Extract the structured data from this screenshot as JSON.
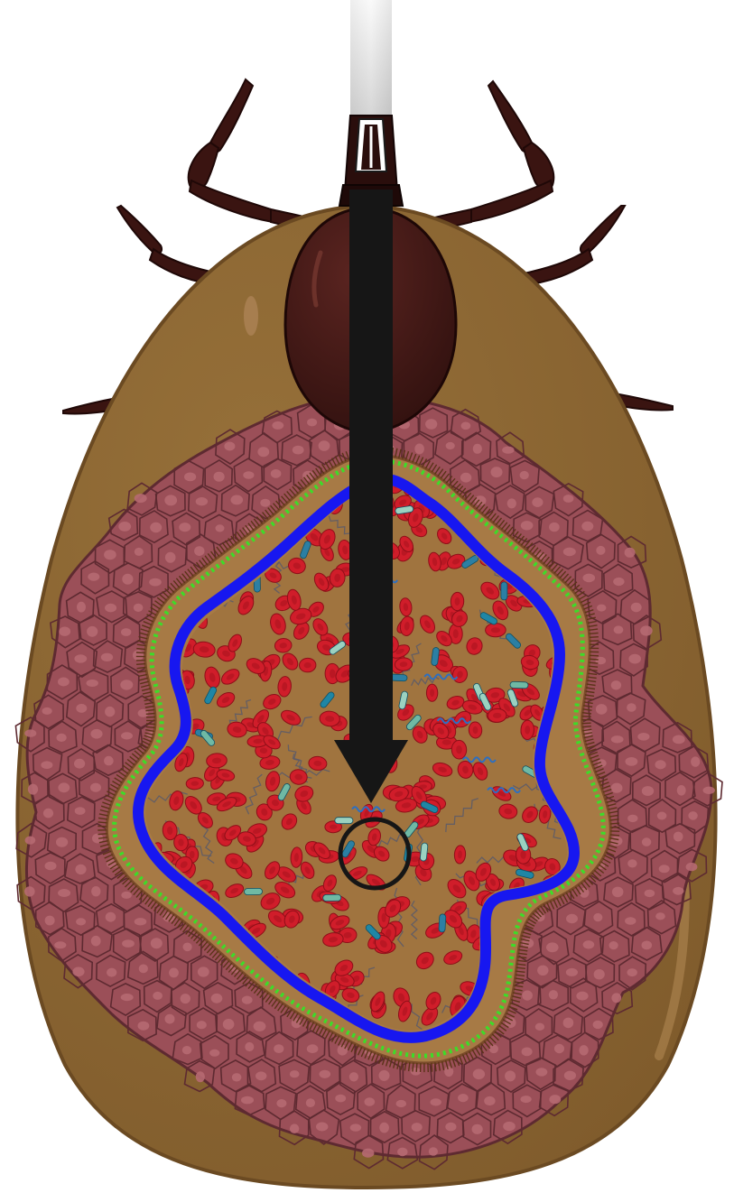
{
  "figure": {
    "kind": "tick midgut feeding illustration",
    "labels": []
  },
  "colors": {
    "background": "#ffffff",
    "tick_body": "#8a6433",
    "tick_outline": "#6b4a22",
    "scutum": "#3e1613",
    "legs": "#3a1411",
    "epithelium_cells": "#9b4f58",
    "epithelium_outline": "#5e2a31",
    "lumen": "#a77a45",
    "membrane_green": "#3ddc28",
    "membrane_blue": "#1717f0",
    "red_blood_cell": "#d01d2a",
    "bacteria_teal": "#1f86a5",
    "spirochete_blue": "#2d6fc1",
    "arrow": "#161616",
    "mouthpart_shaft": "#cfcfcf"
  },
  "icons": {
    "arrow": "feeding-direction-arrow",
    "circle": "highlight-circle"
  }
}
